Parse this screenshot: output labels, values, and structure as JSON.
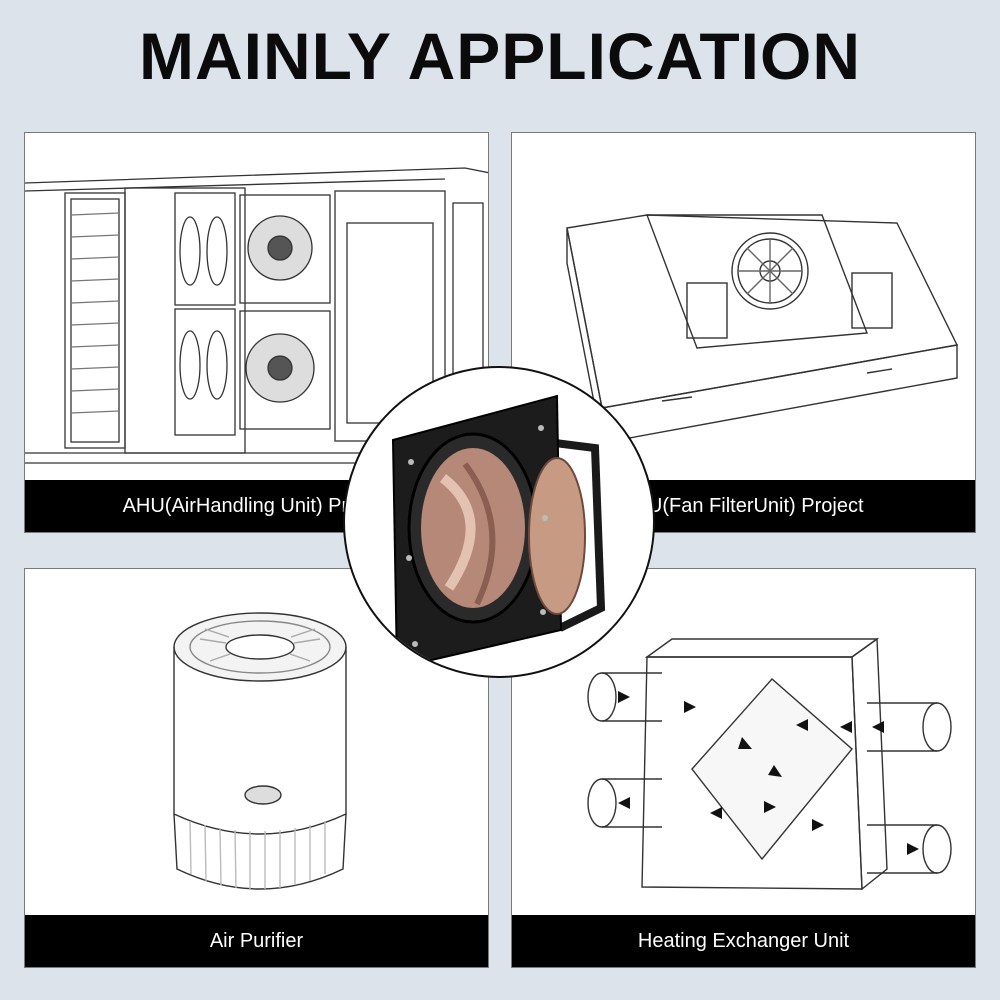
{
  "title": "MAINLY APPLICATION",
  "cards": [
    {
      "label": "AHU(AirHandling Unit) Project",
      "icon": "ahu-icon"
    },
    {
      "label": "FFU(Fan FilterUnit) Project",
      "icon": "ffu-icon"
    },
    {
      "label": "Air Purifier",
      "icon": "air-purifier-icon"
    },
    {
      "label": "Heating Exchanger Unit",
      "icon": "heat-exchanger-icon"
    }
  ],
  "center_image": {
    "icon": "centrifugal-fan-icon"
  },
  "colors": {
    "background": "#dde3ea",
    "caption_bar": "#000000",
    "caption_text": "#ffffff",
    "fan_frame": "#1a1a1a",
    "impeller": "#c79a84"
  }
}
